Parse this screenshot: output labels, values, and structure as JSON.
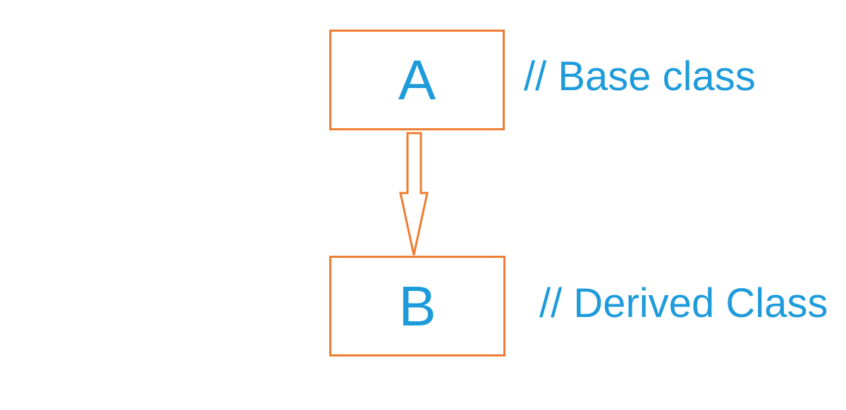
{
  "diagram": {
    "nodes": [
      {
        "id": "A",
        "label": "A",
        "comment": "// Base class"
      },
      {
        "id": "B",
        "label": "B",
        "comment": "// Derived Class"
      }
    ],
    "edges": [
      {
        "from": "A",
        "to": "B",
        "style": "hollow-arrow"
      }
    ]
  },
  "colors": {
    "box_border": "#ED7D31",
    "arrow": "#ED7D31",
    "text": "#1E9BDB",
    "background": "#ffffff"
  }
}
